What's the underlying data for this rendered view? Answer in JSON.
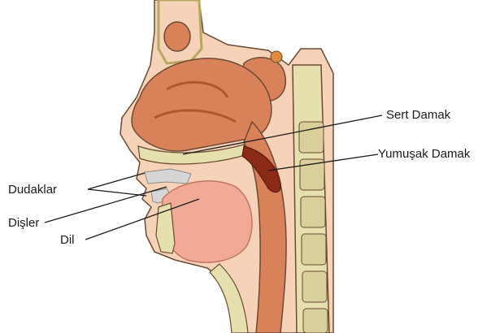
{
  "labels": {
    "hard_palate": "Sert Damak",
    "soft_palate": "Yumuşak Damak",
    "lips": "Dudaklar",
    "teeth": "Dişler",
    "tongue": "Dil"
  },
  "colors": {
    "skin": "#f6d3b8",
    "skin_outline": "#6b4a33",
    "bone": "#e6dfae",
    "cavity": "#d9825a",
    "cavity_dark": "#b3552e",
    "tongue": "#f2aa96",
    "soft_palate": "#8c2a18",
    "vertebra": "#d8cf9a"
  }
}
